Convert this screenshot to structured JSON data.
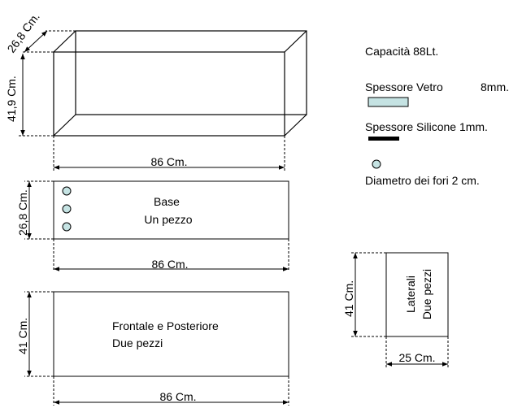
{
  "tank": {
    "depth_label": "26,8 Cm.",
    "height_label": "41,9 Cm.",
    "width_label": "86 Cm."
  },
  "base": {
    "title": "Base",
    "count": "Un pezzo",
    "depth_label": "26,8 Cm.",
    "width_label": "86 Cm.",
    "hole_count": 3
  },
  "front_back": {
    "title": "Frontale e Posteriore",
    "count": "Due pezzi",
    "height_label": "41 Cm.",
    "width_label": "86 Cm."
  },
  "sides": {
    "title": "Laterali",
    "count": "Due pezzi",
    "height_label": "41 Cm.",
    "width_label": "25 Cm."
  },
  "legend": {
    "capacity": "Capacità 88Lt.",
    "glass_label": "Spessore Vetro",
    "glass_value": "8mm.",
    "silicone": "Spessore Silicone 1mm.",
    "holes": "Diametro dei fori 2 cm.",
    "glass_color": "#c5e3e3",
    "hole_color": "#c5e3e3",
    "silicone_color": "#000000"
  }
}
